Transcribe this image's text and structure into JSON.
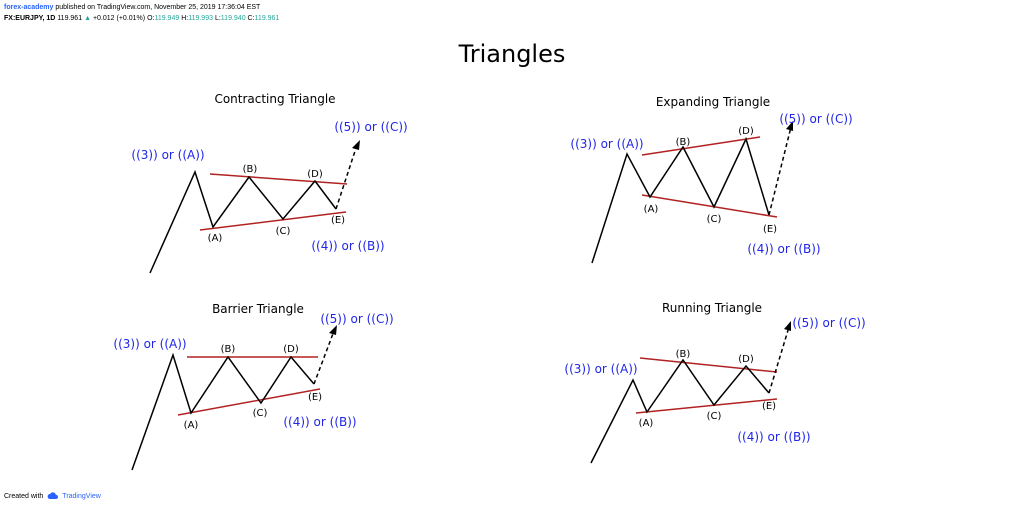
{
  "header": {
    "author": "forex-academy",
    "published": "published on TradingView.com, November 25, 2019 17:36:04 EST",
    "symbol": "FX:EURJPY, 1D",
    "last": "119.961",
    "change": "+0.012 (+0.01%)",
    "o_label": "O:",
    "o_val": "119.949",
    "h_label": "H:",
    "h_val": "119.993",
    "l_label": "L:",
    "l_val": "119.940",
    "c_label": "C:",
    "c_val": "119.961"
  },
  "title": "Triangles",
  "colors": {
    "wave": "#000000",
    "trendline": "#b22222",
    "degree_label": "#2026e8",
    "brand": "#2962ff",
    "up": "#26a69a"
  },
  "panels": [
    {
      "title": "Contracting Triangle",
      "start_label": "((3)) or ((A))",
      "end_label": "((4)) or ((B))",
      "next_label": "((5)) or ((C))",
      "labels": [
        "(A)",
        "(B)",
        "(C)",
        "(D)",
        "(E)"
      ]
    },
    {
      "title": "Expanding Triangle",
      "start_label": "((3)) or ((A))",
      "end_label": "((4)) or ((B))",
      "next_label": "((5)) or ((C))",
      "labels": [
        "(A)",
        "(B)",
        "(C)",
        "(D)",
        "(E)"
      ]
    },
    {
      "title": "Barrier Triangle",
      "start_label": "((3)) or ((A))",
      "end_label": "((4)) or ((B))",
      "next_label": "((5)) or ((C))",
      "labels": [
        "(A)",
        "(B)",
        "(C)",
        "(D)",
        "(E)"
      ]
    },
    {
      "title": "Running Triangle",
      "start_label": "((3)) or ((A))",
      "end_label": "((4)) or ((B))",
      "next_label": "((5)) or ((C))",
      "labels": [
        "(A)",
        "(B)",
        "(C)",
        "(D)",
        "(E)"
      ]
    }
  ],
  "footer": {
    "created_with": "Created with",
    "brand": "TradingView",
    "logo_icon": "tradingview-cloud-icon"
  }
}
